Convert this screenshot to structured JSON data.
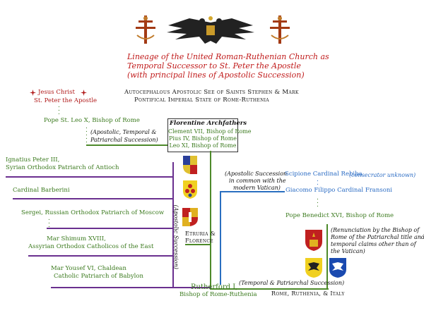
{
  "title": {
    "line1": "Lineage of the United Roman-Ruthenian Church as",
    "line2": "Temporal Successor to St. Peter the Apostle",
    "line3": "(with principal lines of Apostolic Succession)"
  },
  "header": {
    "see": "Autocephalous Apostolic See of Saints Stephen & Mark",
    "state": "Pontifical Imperial State of Rome-Ruthenia"
  },
  "roots": {
    "jesus": "Jesus Christ",
    "peter": "St. Peter the Apostle",
    "leo_x": "Pope St. Leo X, Bishop of Rome"
  },
  "notes": {
    "apostolic_temporal": [
      "(Apostolic, Temporal &",
      "Patriarchal Succession)"
    ],
    "apostolic_vertical": "(Apostolic Succession)",
    "common_vatican": [
      "(Apostolic Succession",
      "in common with the",
      "modern Vatican)"
    ],
    "renunciation": [
      "(Renunciation by the Bishop of",
      "Rome of the Patriarchal title and",
      "temporal claims other than of",
      "the Vatican)"
    ],
    "temporal_patriarchal": "(Temporal & Patriarchal Succession)"
  },
  "florentine": {
    "heading": "Florentine Archfathers",
    "members": [
      "Clement VII, Bishop of Rome",
      "Pius IV, Bishop of Rome",
      "Leo XI, Bishop of Rome"
    ]
  },
  "left_lines": [
    [
      "Ignatius Peter III,",
      "Syrian Orthodox Patriarch of Antioch"
    ],
    [
      "Cardinal Barberini"
    ],
    [
      "Sergei, Russian Orthodox Patriarch of Moscow"
    ],
    [
      "Mar Shimum XVIII,",
      "Assyrian Orthodox Catholicos of the East"
    ],
    [
      "Mar Yousef VI, Chaldean",
      "Catholic Patriarch of Babylon"
    ]
  ],
  "right_lines": {
    "rebiba": "Scipione Cardinal Rebiba",
    "rebiba_note": "(consecrator unknown)",
    "fransoni": "Giacomo Filippo Cardinal Fransoni",
    "benedict": "Pope Benedict XVI, Bishop of Rome"
  },
  "labels": {
    "etruria": [
      "Etruria &",
      "Florence"
    ],
    "rome_ruthenia_italy": "Rome, Ruthenia, & Italy"
  },
  "rutherford": {
    "name": "Rutherford I,",
    "title": "Bishop of Rome-Ruthenia"
  },
  "icons": [
    "patriarchal-cross-icon",
    "double-headed-eagle-icon",
    "maltese-cross-icon",
    "coat-of-arms-icon"
  ],
  "colors": {
    "green": "#3b7a1e",
    "red": "#b01818",
    "blue": "#2b6cc4",
    "purple": "#6a2f8f"
  }
}
